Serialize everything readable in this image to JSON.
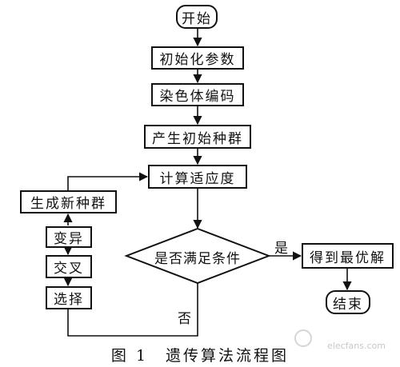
{
  "diagram": {
    "nodes": {
      "start": "开始",
      "init_params": "初始化参数",
      "encode": "染色体编码",
      "gen_pop": "产生初始种群",
      "fitness": "计算适应度",
      "decision": "是否满足条件",
      "best": "得到最优解",
      "end": "结束",
      "new_pop": "生成新种群",
      "mutation": "变异",
      "crossover": "交叉",
      "selection": "选择"
    },
    "labels": {
      "yes": "是",
      "no": "否"
    }
  },
  "caption": "图 1　遗传算法流程图",
  "watermark": "elecfans.com"
}
